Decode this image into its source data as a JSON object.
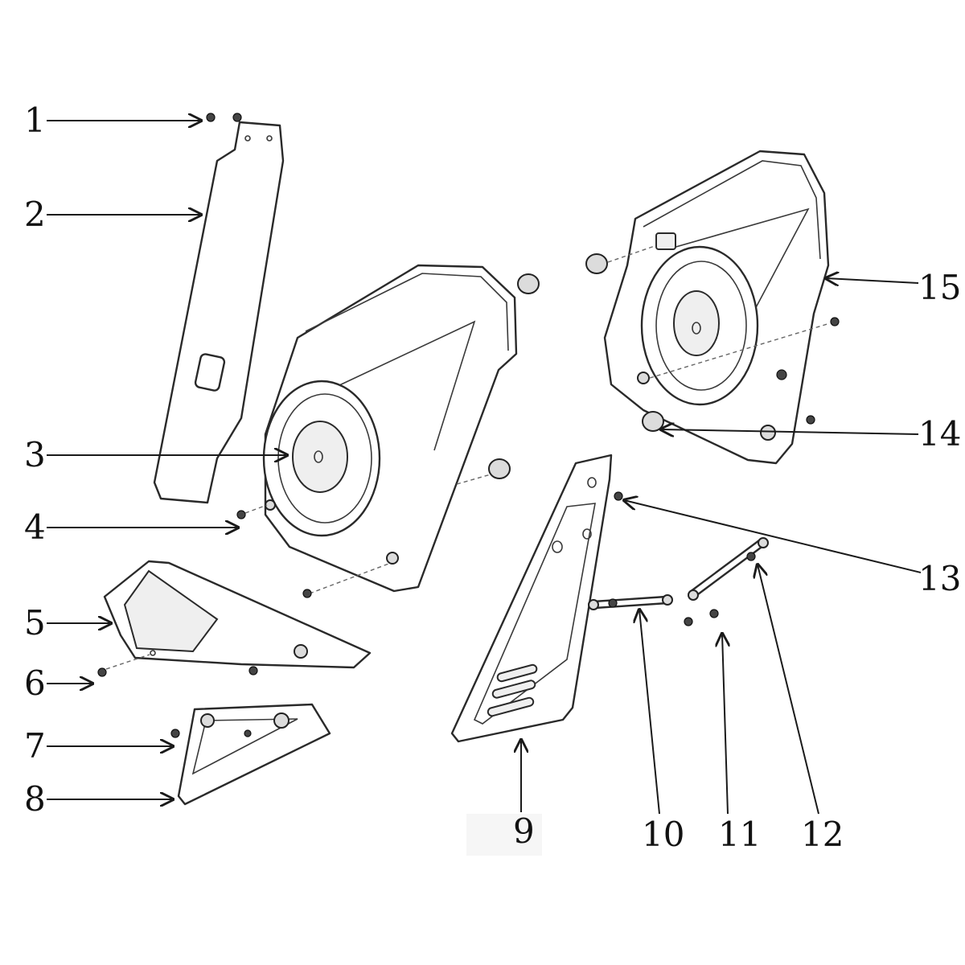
{
  "diagram": {
    "callouts": [
      {
        "id": "1",
        "label": "1"
      },
      {
        "id": "2",
        "label": "2"
      },
      {
        "id": "3",
        "label": "3"
      },
      {
        "id": "4",
        "label": "4"
      },
      {
        "id": "5",
        "label": "5"
      },
      {
        "id": "6",
        "label": "6"
      },
      {
        "id": "7",
        "label": "7"
      },
      {
        "id": "8",
        "label": "8"
      },
      {
        "id": "9",
        "label": "9"
      },
      {
        "id": "10",
        "label": "10"
      },
      {
        "id": "11",
        "label": "11"
      },
      {
        "id": "12",
        "label": "12"
      },
      {
        "id": "13",
        "label": "13"
      },
      {
        "id": "14",
        "label": "14"
      },
      {
        "id": "15",
        "label": "15"
      }
    ]
  },
  "colors": {
    "line": "#1a1a1a",
    "background": "#ffffff"
  }
}
